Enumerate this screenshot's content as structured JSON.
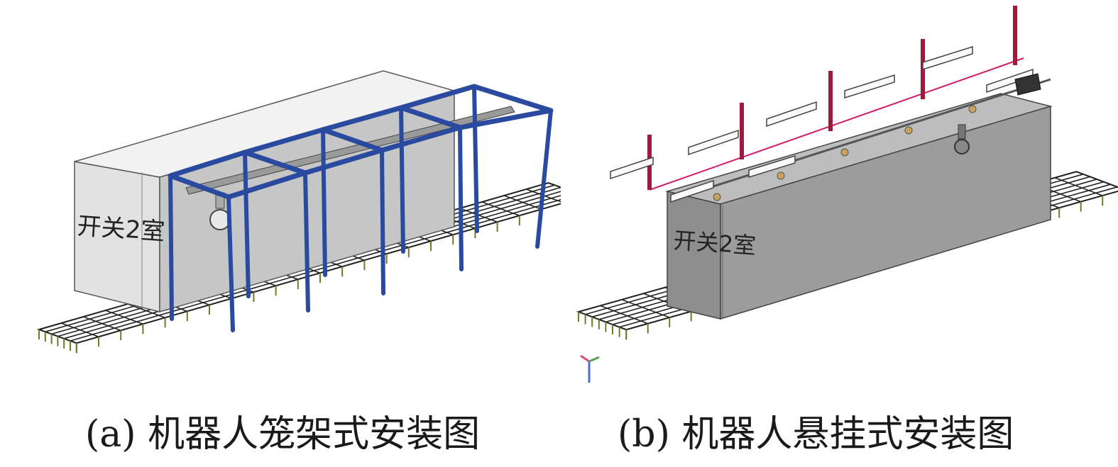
{
  "figures": [
    {
      "caption": "(a) 机器人笼架式安装图",
      "room_label": "开关2室",
      "frame_color": "#2a4aa0",
      "cabinet_color": "#c8c8c8"
    },
    {
      "caption": "(b) 机器人悬挂式安装图",
      "room_label": "开关2室",
      "hanger_color": "#9b1b3a",
      "rail_color": "#d21a6a",
      "cabinet_color": "#9a9a9a"
    }
  ]
}
